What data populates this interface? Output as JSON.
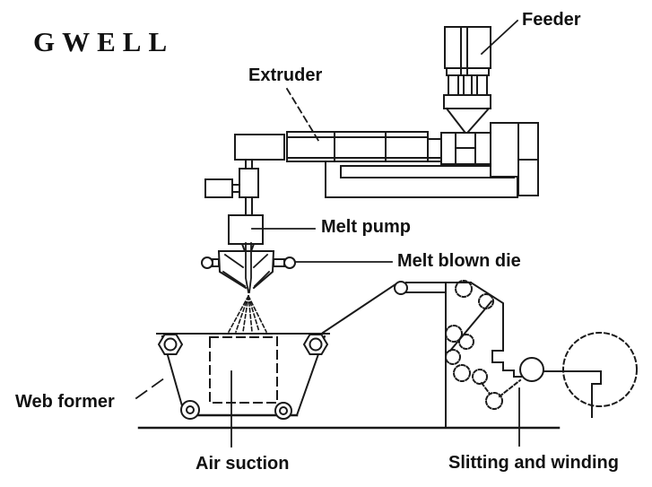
{
  "brand": "GWELL",
  "labels": {
    "feeder": "Feeder",
    "extruder": "Extruder",
    "melt_pump": "Melt pump",
    "melt_blown_die": "Melt blown die",
    "web_former": "Web former",
    "air_suction": "Air suction",
    "slitting_winding": "Slitting and winding"
  },
  "colors": {
    "line": "#1a1a1a",
    "background": "#ffffff",
    "text": "#111111"
  }
}
